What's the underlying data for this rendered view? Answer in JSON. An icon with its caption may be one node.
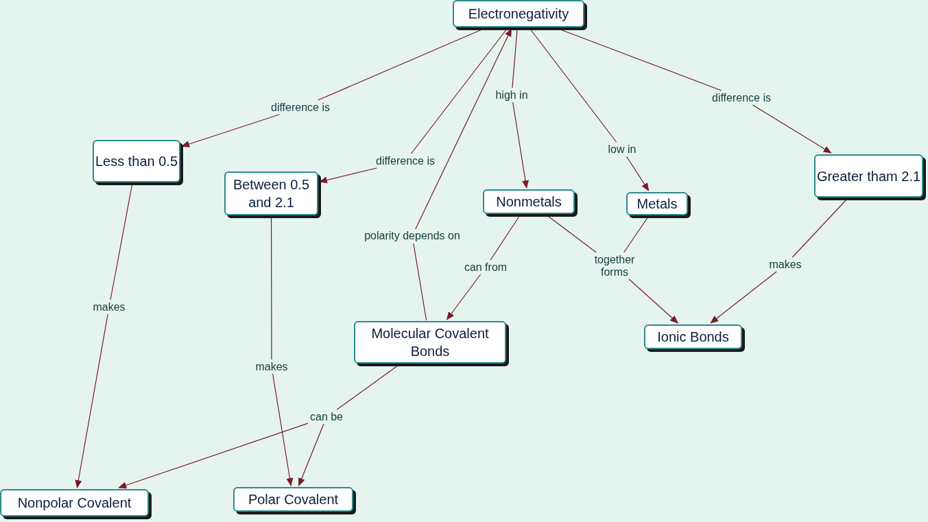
{
  "diagram": {
    "nodes": [
      {
        "text": [
          "Electronegativity"
        ]
      },
      {
        "text": [
          "Less than 0.5"
        ]
      },
      {
        "text": [
          "Between 0.5 and 2.1"
        ]
      },
      {
        "text": [
          "Nonmetals"
        ]
      },
      {
        "text": [
          "Metals"
        ]
      },
      {
        "text": [
          "Greater tham 2.1"
        ]
      },
      {
        "text": [
          "Molecular Covalent Bonds"
        ]
      },
      {
        "text": [
          "Ionic Bonds"
        ]
      },
      {
        "text": [
          "Nonpolar Covalent"
        ]
      },
      {
        "text": [
          "Polar Covalent"
        ]
      },
      {
        "text": [
          "difference is"
        ]
      },
      {
        "text": [
          "difference is"
        ]
      },
      {
        "text": [
          "high in"
        ]
      },
      {
        "text": [
          "low in"
        ]
      },
      {
        "text": [
          "difference is"
        ]
      },
      {
        "text": [
          "makes"
        ]
      },
      {
        "text": [
          "polarity depends on"
        ]
      },
      {
        "text": [
          "makes"
        ]
      },
      {
        "text": [
          "can from"
        ]
      },
      {
        "text": [
          "together forms"
        ]
      },
      {
        "text": [
          "makes"
        ]
      },
      {
        "text": [
          "can be"
        ]
      }
    ],
    "edges": [
      {
        "from": 0,
        "to": 10,
        "arrow": "none"
      },
      {
        "from": 10,
        "to": 1,
        "arrow": "to"
      },
      {
        "from": 0,
        "to": 11,
        "arrow": "none"
      },
      {
        "from": 11,
        "to": 2,
        "arrow": "to"
      },
      {
        "from": 0,
        "to": 12,
        "arrow": "none"
      },
      {
        "from": 12,
        "to": 3,
        "arrow": "to"
      },
      {
        "from": 0,
        "to": 13,
        "arrow": "none"
      },
      {
        "from": 13,
        "to": 4,
        "arrow": "to"
      },
      {
        "from": 0,
        "to": 14,
        "arrow": "none"
      },
      {
        "from": 14,
        "to": 5,
        "arrow": "to"
      },
      {
        "from": 1,
        "to": 15,
        "arrow": "none"
      },
      {
        "from": 15,
        "to": 8,
        "arrow": "to"
      },
      {
        "from": 6,
        "to": 16,
        "arrow": "none"
      },
      {
        "from": 16,
        "to": 0,
        "arrow": "to"
      },
      {
        "from": 2,
        "to": 17,
        "arrow": "none"
      },
      {
        "from": 17,
        "to": 9,
        "arrow": "to"
      },
      {
        "from": 3,
        "to": 18,
        "arrow": "none"
      },
      {
        "from": 18,
        "to": 6,
        "arrow": "to"
      },
      {
        "from": 3,
        "to": 19,
        "arrow": "none"
      },
      {
        "from": 4,
        "to": 19,
        "arrow": "none"
      },
      {
        "from": 19,
        "to": 7,
        "arrow": "to"
      },
      {
        "from": 5,
        "to": 20,
        "arrow": "none"
      },
      {
        "from": 20,
        "to": 7,
        "arrow": "to"
      },
      {
        "from": 6,
        "to": 21,
        "arrow": "none"
      },
      {
        "from": 21,
        "to": 8,
        "arrow": "to"
      },
      {
        "from": 21,
        "to": 9,
        "arrow": "to"
      }
    ]
  }
}
